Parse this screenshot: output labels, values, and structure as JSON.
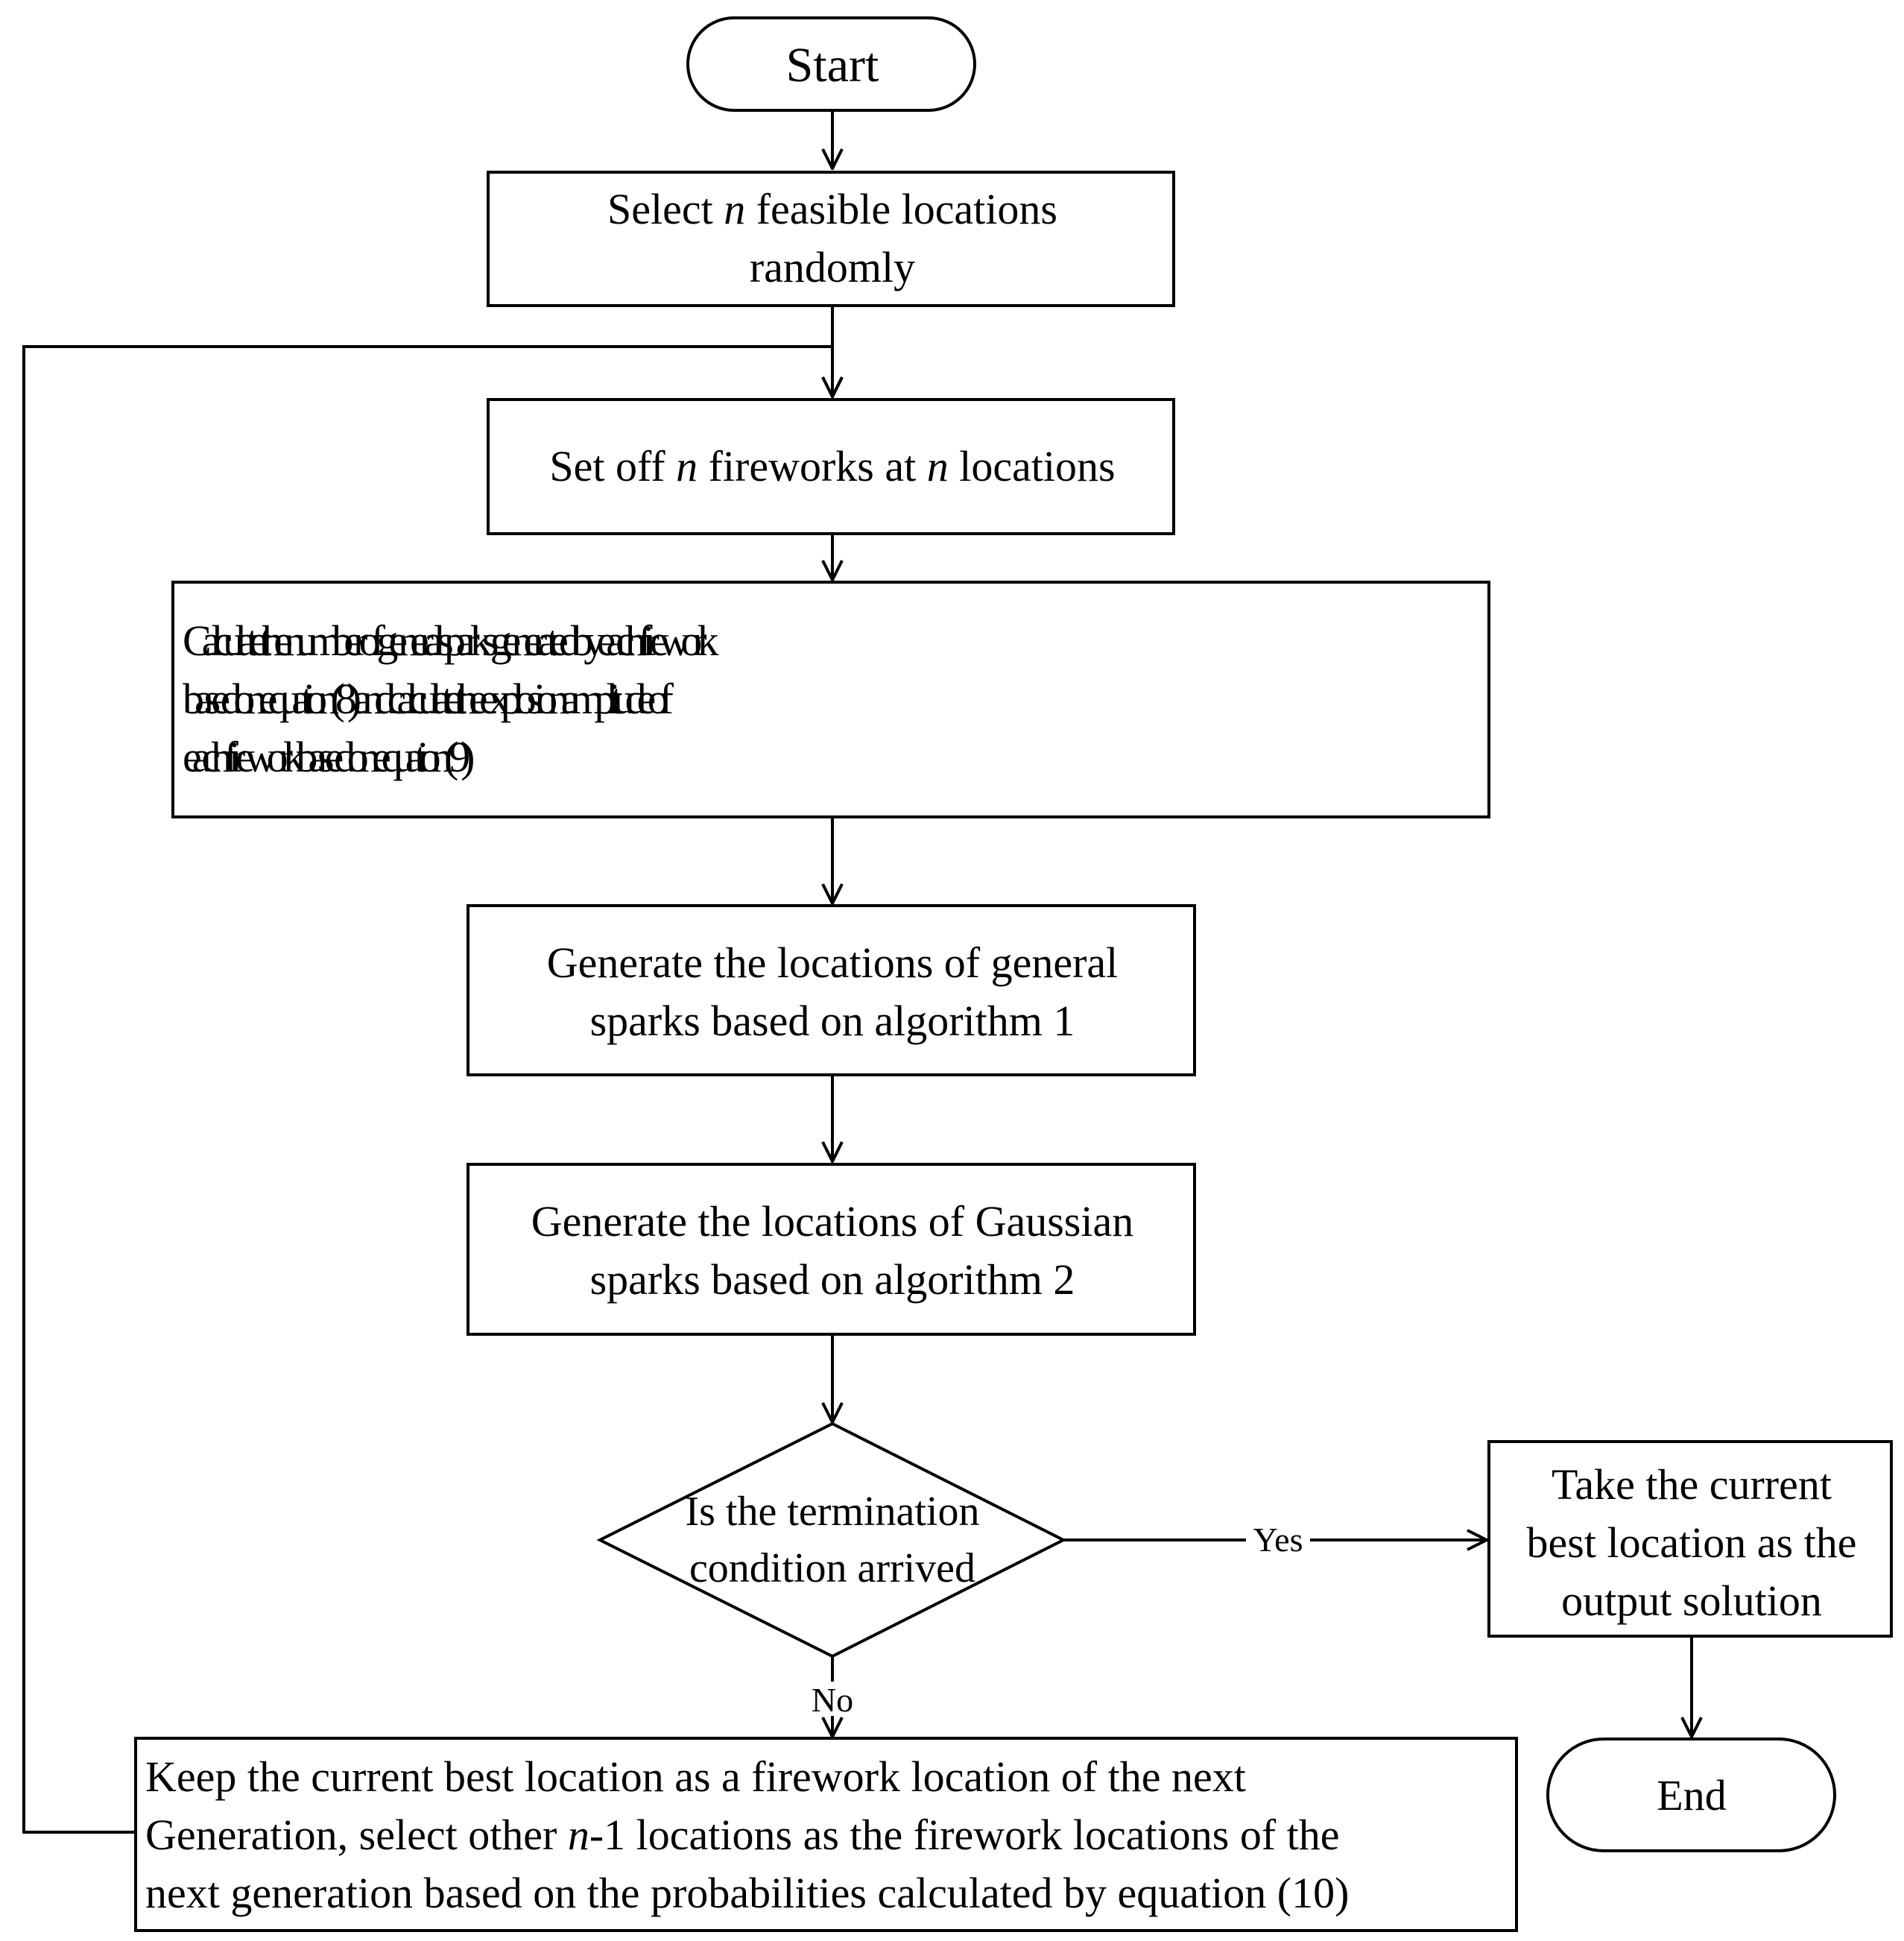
{
  "nodes": {
    "start": {
      "text": "Start"
    },
    "select": {
      "lines": [
        [
          {
            "t": "Select "
          },
          {
            "t": "n",
            "i": true
          },
          {
            "t": " feasible locations"
          }
        ],
        [
          {
            "t": "randomly"
          }
        ]
      ]
    },
    "set_off": {
      "lines": [
        [
          {
            "t": "Set off "
          },
          {
            "t": "n",
            "i": true
          },
          {
            "t": " fireworks at "
          },
          {
            "t": "n",
            "i": true
          },
          {
            "t": " locations"
          }
        ]
      ]
    },
    "calculate": {
      "lines": [
        [
          {
            "t": "Calculate the number of general sparks generated by each firework"
          }
        ],
        [
          {
            "t": "based on equation  (8) and calculate the explosion amplitude of"
          }
        ],
        [
          {
            "t": "each firework based on equation  (9)"
          }
        ]
      ]
    },
    "general_sparks": {
      "lines": [
        [
          {
            "t": "Generate the locations of general"
          }
        ],
        [
          {
            "t": "sparks based on algorithm 1"
          }
        ]
      ]
    },
    "gaussian_sparks": {
      "lines": [
        [
          {
            "t": "Generate the locations of Gaussian"
          }
        ],
        [
          {
            "t": "sparks based on algorithm 2"
          }
        ]
      ]
    },
    "decision": {
      "lines": [
        [
          {
            "t": "Is the termination"
          }
        ],
        [
          {
            "t": "condition arrived"
          }
        ]
      ]
    },
    "output": {
      "lines": [
        [
          {
            "t": "Take the current"
          }
        ],
        [
          {
            "t": "best location as the"
          }
        ],
        [
          {
            "t": "output solution"
          }
        ]
      ]
    },
    "keep": {
      "lines": [
        [
          {
            "t": "Keep the current best location as a firework location of the  next"
          }
        ],
        [
          {
            "t": "Generation, select other "
          },
          {
            "t": "n",
            "i": true
          },
          {
            "t": "-1 locations as the firework locations of the"
          }
        ],
        [
          {
            "t": "next generation based on the probabilities calculated by equation  (10)"
          }
        ]
      ]
    },
    "end": {
      "text": "End"
    }
  },
  "edge_labels": {
    "yes": "Yes",
    "no": "No"
  }
}
